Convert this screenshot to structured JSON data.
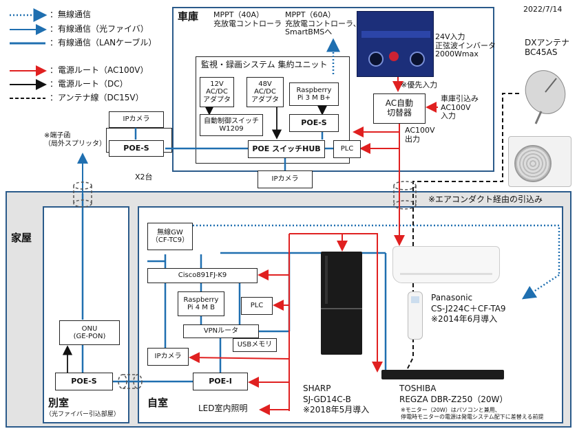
{
  "date": "2022/7/14",
  "legend": {
    "wireless": "：無線通信",
    "fiber": "：有線通信（光ファイバ）",
    "lan": "：有線通信（LANケーブル）",
    "ac": "：電源ルート（AC100V）",
    "dc": "：電源ルート（DC）",
    "antenna": "：アンテナ線（DC15V）"
  },
  "garage": {
    "title": "車庫",
    "mppt40": "MPPT（40A）\n充放電コントローラ",
    "mppt60": "MPPT（60A）\n充放電コントローラ、\nSmartBMSへ",
    "inverter": "24V入力\n正弦波インバータ\n2000Wmax",
    "priority": "※優先入力",
    "unit_title": "監視・録画システム 集約ユニット",
    "adapter12": "12V\nAC/DC\nアダプタ",
    "adapter48": "48V\nAC/DC\nアダプタ",
    "rpi3": "Raspberry\nPi 3 M B+",
    "auto_switch": "自動制御スイッチ\nW1209",
    "poe_s_unit": "POE-S",
    "poe_hub": "POE スイッチHUB",
    "plc": "PLC",
    "ac_switch": "AC自動\n切替器",
    "shako_in": "車庫引込み\nAC100V\n入力",
    "ac_out": "AC100V\n出力",
    "ipcam_bottom": "IPカメラ"
  },
  "outside": {
    "ipcam": "IPカメラ",
    "poe_s": "POE-S",
    "x2": "X2台",
    "terminal": "※端子函\n（局外スプリッタ）"
  },
  "antenna": {
    "label": "DXアンテナ\nBC45AS"
  },
  "aircon_note": "※エアコンダクト経由の引込み",
  "house": {
    "title": "家屋",
    "annex_title": "別室",
    "annex_sub": "（光ファイバー引込部屋）",
    "onu": "ONU\n(GE-PON)",
    "poe_s": "POE-S",
    "room_title": "自室",
    "gw": "無線GW\n（CF-TC9）",
    "cisco": "Cisco891FJ-K9",
    "rpi4": "Raspberry\nPi 4 M B",
    "plc": "PLC",
    "vpn": "VPNルータ",
    "usb": "USBメモリ",
    "ipcam": "IPカメラ",
    "poe_i": "POE-I",
    "led": "LED室内照明",
    "fridge": "SHARP\nSJ-GD14C-B\n※2018年5月導入",
    "aircon": "Panasonic\nCS-J224C＋CF-TA9\n※2014年6月導入",
    "tv": "TOSHIBA\nREGZA DBR-Z250（20W）",
    "tv_note": "※モニター（20W）はパソコンと兼用、\n停電時モニターの電源は発電システム配下に差替える前提"
  },
  "colors": {
    "lan": "#1f6fb0",
    "ac": "#e02020",
    "dc": "#111111",
    "region_fill": "#e3e3e3",
    "region_border": "#2a5a8a"
  }
}
